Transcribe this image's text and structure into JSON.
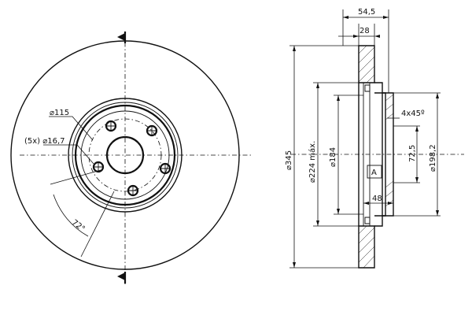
{
  "front_view": {
    "labels": {
      "bolt_circle": "⌀115",
      "bolt_holes": "(5x) ⌀16,7",
      "angle": "72°"
    }
  },
  "section_view": {
    "labels": {
      "total_height": "54,5",
      "disc_thickness": "28",
      "outer_diameter": "⌀345",
      "friction_diameter": "⌀224 máx.",
      "hat_diameter": "⌀184",
      "chamfer": "4x45º",
      "center_bore": "72,5",
      "hat_outer": "⌀198,2",
      "hat_depth": "48",
      "detail_marker": "A"
    }
  },
  "colors": {
    "line": "#111111",
    "background": "#ffffff"
  }
}
